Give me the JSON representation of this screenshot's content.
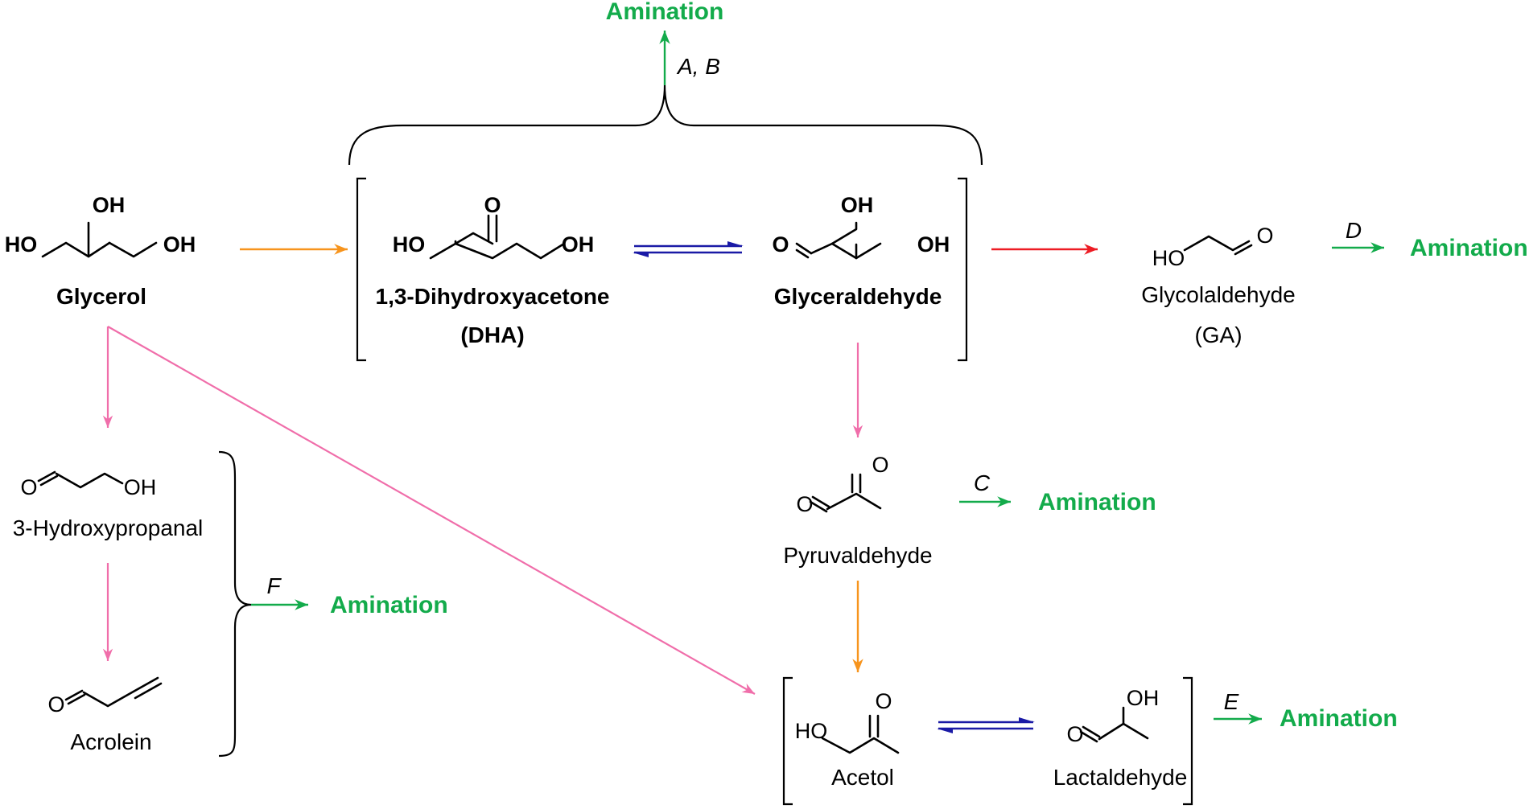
{
  "colors": {
    "amination": "#13ab4b",
    "orange_arrow": "#f7941d",
    "red_arrow": "#ed1c24",
    "pink_arrow": "#f06eaa",
    "equilibrium": "#1a1aa6",
    "green_arrow": "#13ab4b"
  },
  "compounds": {
    "glycerol": {
      "name": "Glycerol",
      "atoms": [
        "OH",
        "HO",
        "OH"
      ]
    },
    "dha": {
      "name_line1": "1,3-Dihydroxyacetone",
      "name_line2": "(DHA)",
      "atoms": [
        "O",
        "HO",
        "OH"
      ]
    },
    "glyceraldehyde": {
      "name": "Glyceraldehyde",
      "atoms": [
        "OH",
        "O",
        "OH"
      ]
    },
    "glycolaldehyde": {
      "name_line1": "Glycolaldehyde",
      "name_line2": "(GA)",
      "atoms": [
        "HO",
        "O"
      ]
    },
    "hydroxypropanal": {
      "name": "3-Hydroxypropanal",
      "atoms": [
        "O",
        "OH"
      ]
    },
    "acrolein": {
      "name": "Acrolein",
      "atoms": [
        "O"
      ]
    },
    "pyruvaldehyde": {
      "name": "Pyruvaldehyde",
      "atoms": [
        "O",
        "O"
      ]
    },
    "acetol": {
      "name": "Acetol",
      "atoms": [
        "HO",
        "O"
      ]
    },
    "lactaldehyde": {
      "name": "Lactaldehyde",
      "atoms": [
        "OH",
        "O"
      ]
    }
  },
  "conditions": {
    "ab": "A, B",
    "c": "C",
    "d": "D",
    "e": "E",
    "f": "F"
  },
  "products": {
    "top": "Amination",
    "d": "Amination",
    "c": "Amination",
    "f": "Amination",
    "e": "Amination"
  }
}
